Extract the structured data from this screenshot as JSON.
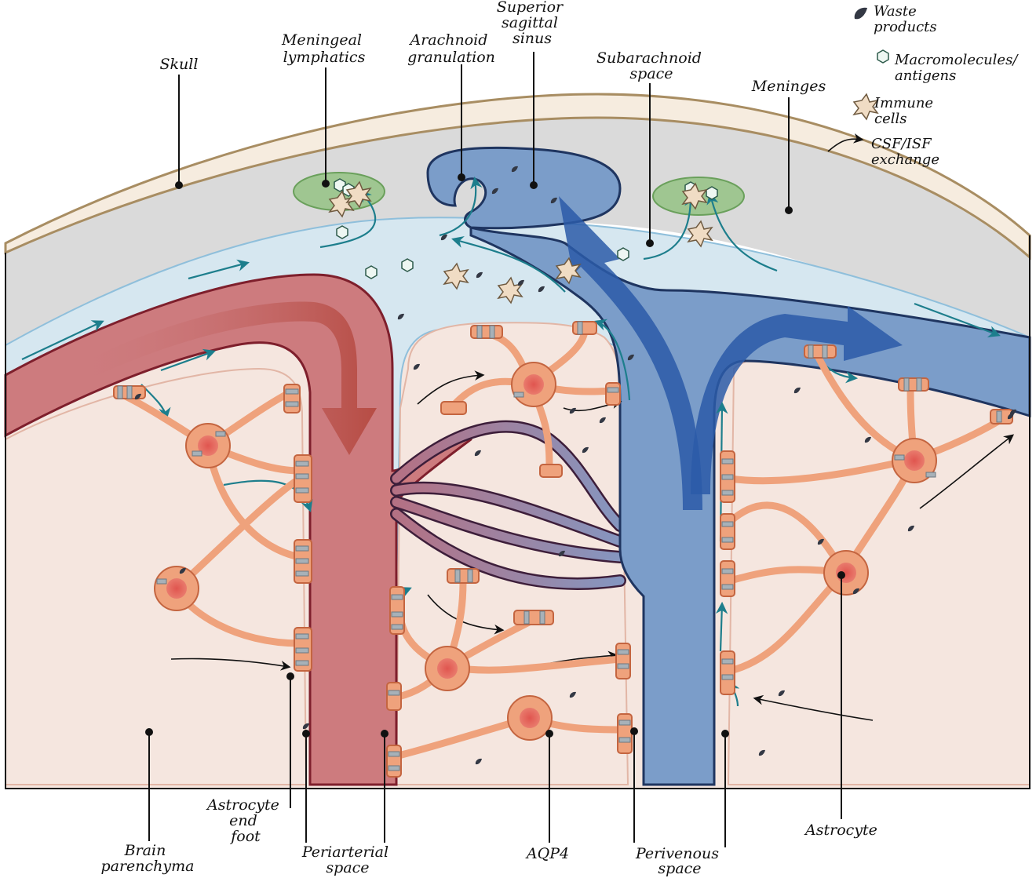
{
  "labels": {
    "skull": "Skull",
    "meningeal_lymphatics": [
      "Meningeal",
      "lymphatics"
    ],
    "arachnoid_granulation": [
      "Arachnoid",
      "granulation"
    ],
    "superior_sagittal_sinus": [
      "Superior",
      "sagittal",
      "sinus"
    ],
    "subarachnoid_space": [
      "Subarachnoid",
      "space"
    ],
    "meninges": "Meninges",
    "brain_parenchyma": [
      "Brain",
      "parenchyma"
    ],
    "astrocyte_end_foot": [
      "Astrocyte",
      "end",
      "foot"
    ],
    "periarterial_space": [
      "Periarterial",
      "space"
    ],
    "aqp4": "AQP4",
    "perivenous_space": [
      "Perivenous",
      "space"
    ],
    "astrocyte": "Astrocyte"
  },
  "legend": {
    "waste": [
      "Waste",
      "products"
    ],
    "macromolecules": [
      "Macromolecules/",
      "antigens"
    ],
    "immune": [
      "Immune",
      "cells"
    ],
    "exchange": [
      "CSF/ISF",
      "exchange"
    ]
  },
  "colors": {
    "skull_fill": "#f6ecdf",
    "skull_edge": "#a88d62",
    "meninges_fill": "#dadada",
    "csf_fill": "#d6e7f0",
    "csf_edge": "#8fbfdb",
    "parenchyma_fill": "#f5e6df",
    "artery_fill": "#cd7b7e",
    "artery_edge": "#7e1f2c",
    "artery_arrow": "#b4473e",
    "vein_fill": "#7b9dc9",
    "vein_edge": "#1f3560",
    "vein_arrow": "#2b5aa8",
    "astrocyte_fill": "#efa27c",
    "astrocyte_edge": "#c46540",
    "astrocyte_nucleus": "#e06560",
    "aqp4_fill": "#a7b1b8",
    "lymph_fill": "#99c48a",
    "lymph_edge": "#5e9a4e",
    "flow_teal": "#1d7e8c",
    "waste_fill": "#333844"
  }
}
